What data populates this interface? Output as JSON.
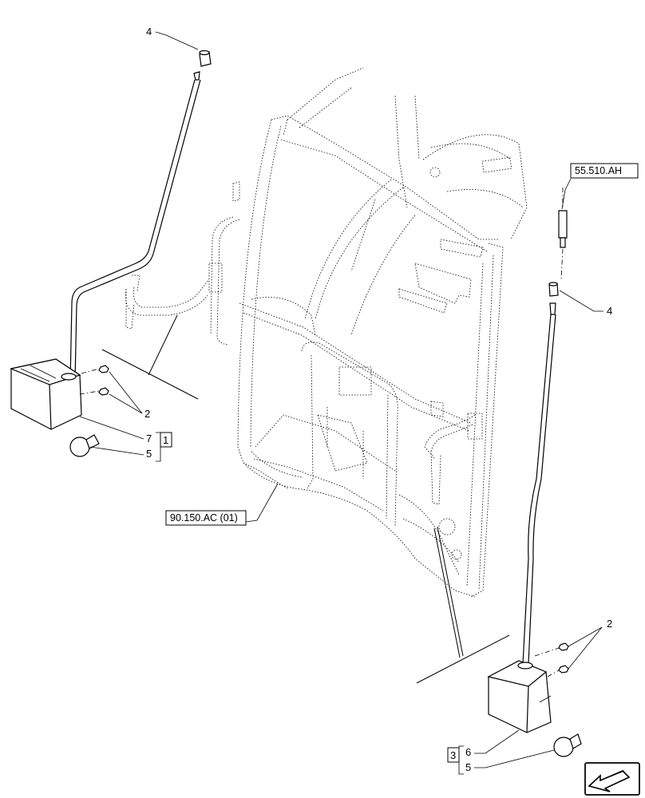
{
  "callouts": {
    "c4_top": "4",
    "c4_right": "4",
    "c2_left": "2",
    "c2_right": "2",
    "c7": "7",
    "c5_left": "5",
    "c6": "6",
    "c5_right": "5",
    "group1": "1",
    "group3": "3"
  },
  "references": {
    "ref_cab": "90.150.AC (01)",
    "ref_harness": "55.510.AH"
  },
  "icons": {
    "nav": "arrow-direction-icon"
  }
}
